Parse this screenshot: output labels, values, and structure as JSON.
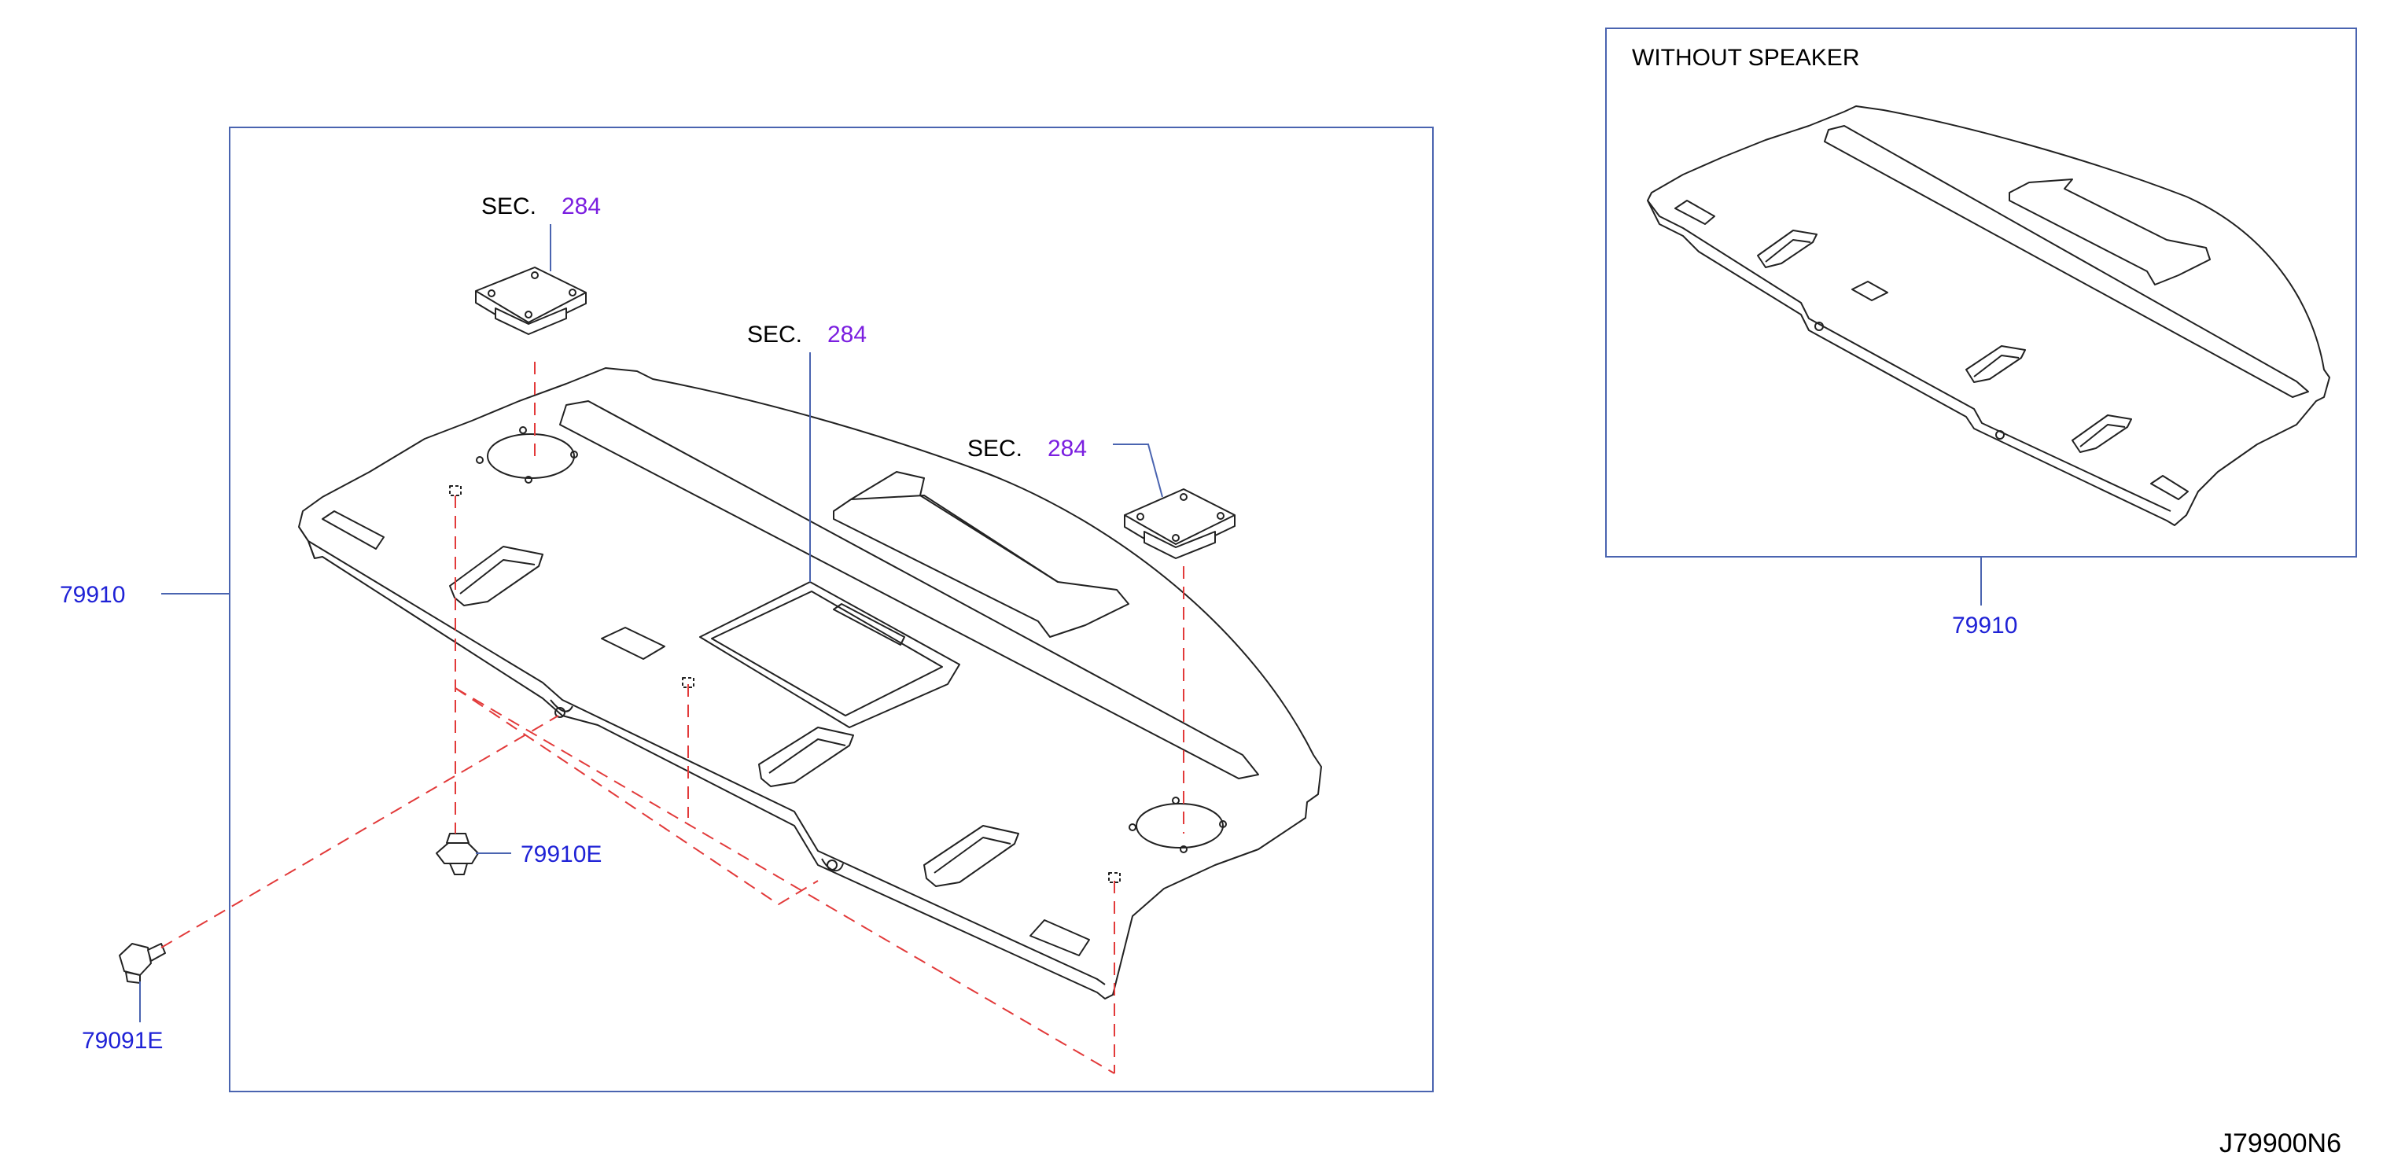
{
  "labels": {
    "sec_1": "SEC.",
    "sec_1_ref": "284",
    "sec_2": "SEC.",
    "sec_2_ref": "284",
    "sec_3": "SEC.",
    "sec_3_ref": "284",
    "part_main": "79910",
    "part_clip_e": "79910E",
    "part_clip_091": "79091E",
    "inset_title": "WITHOUT   SPEAKER",
    "inset_part": "79910",
    "diagram_id": "J79900N6"
  },
  "colors": {
    "frame": "#4a64b0",
    "part_label": "#1f22d6",
    "section_ref": "#7b1fe0",
    "dashed_line": "#e23a3a",
    "outline": "#222222"
  }
}
